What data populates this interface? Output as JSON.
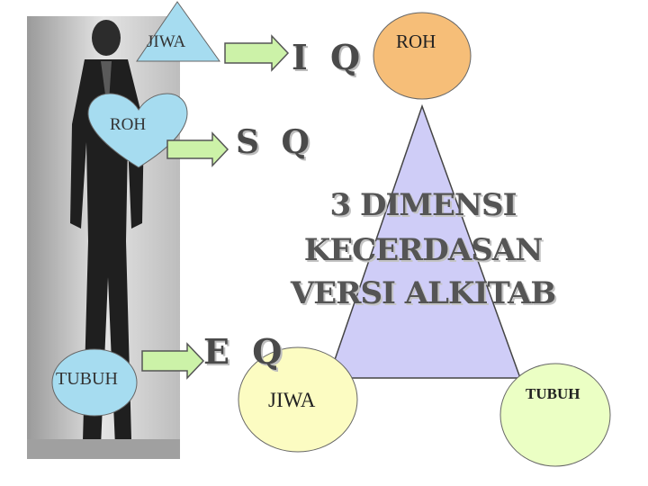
{
  "labels": {
    "jiwa_left": "JIWA",
    "roh_left": "ROH",
    "tubuh_left": "TUBUH",
    "iq": "I Q",
    "sq": "S Q",
    "eq": "E Q",
    "roh_top": "ROH",
    "jiwa_bottom": "JIWA",
    "tubuh_bottom": "TUBUH"
  },
  "title": {
    "line1": "3 DIMENSI",
    "line2": "KECERDASAN",
    "line3": "VERSI ALKITAB"
  },
  "colors": {
    "jiwa_triangle": "#a6dcf0",
    "heart": "#a6dcf0",
    "tubuh_circle": "#a6dcf0",
    "arrow_fill": "#ccf2a8",
    "roh_ellipse": "#f6be78",
    "pyramid": "#cfcdf7",
    "jiwa_ellipse": "#fcfcc2",
    "tubuh_ellipse": "#ebffc4"
  }
}
